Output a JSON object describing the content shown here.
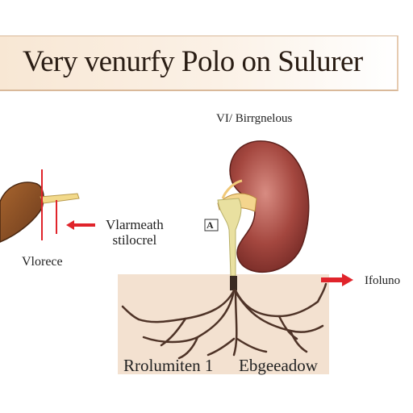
{
  "title": "Very venurfy Polo on Sulurer",
  "labels": {
    "kidney": "VI/ Birrgnelous",
    "vessel_line1": "Vlarmeath",
    "vessel_line2": "stilocrel",
    "left": "Vlorece",
    "right": "Ifoluno",
    "box_bottom_left": "Rrolumiten 1",
    "box_bottom_right": "Ebgeeadow",
    "marker": "A"
  },
  "icons": [
    "kidney-icon",
    "liver-icon",
    "root-system-icon",
    "arrow-right-icon"
  ],
  "colors": {
    "kidney": "#a4473f",
    "arrow": "#e0242b",
    "soil": "#f3e1d0",
    "roots": "#4e3327",
    "stem": "#c9d98a"
  }
}
